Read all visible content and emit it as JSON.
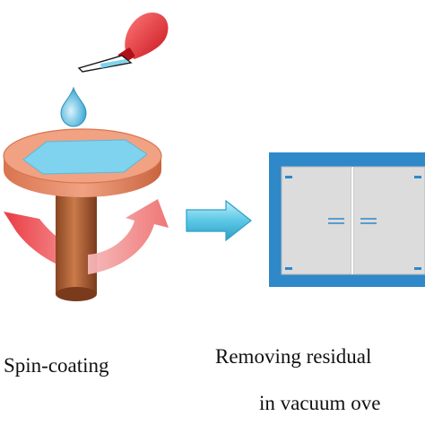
{
  "captions": {
    "spin_coating": "Spin-coating",
    "removing_line1": "Removing residual",
    "removing_line2": "in  vacuum ove"
  },
  "colors": {
    "pipette_bulb": "#e8323a",
    "pipette_tube": "#7fd3ef",
    "droplet": "#4fb6dc",
    "platform": "#e89476",
    "substrate": "#7fd3ef",
    "shaft": "#b5663a",
    "rotation_arrow": "#f26a6a",
    "process_arrow": "#5cc8e6",
    "oven_frame": "#2f88c8",
    "oven_door": "#dcdcdc"
  }
}
